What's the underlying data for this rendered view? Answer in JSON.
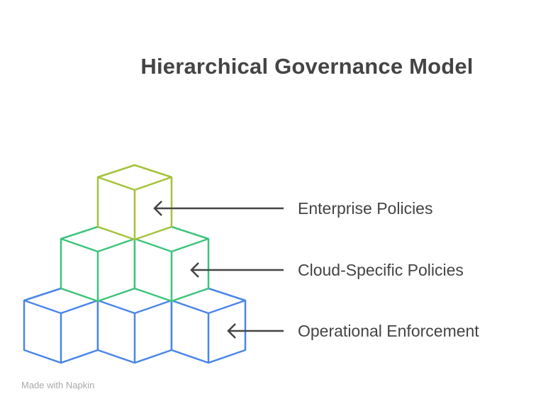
{
  "title": "Hierarchical Governance Model",
  "levels": [
    {
      "label": "Enterprise Policies",
      "color": "#a4c23a",
      "cubes": 1
    },
    {
      "label": "Cloud-Specific Policies",
      "color": "#3dc47a",
      "cubes": 2
    },
    {
      "label": "Operational Enforcement",
      "color": "#4a86e8",
      "cubes": 3
    }
  ],
  "footer": "Made with Napkin"
}
